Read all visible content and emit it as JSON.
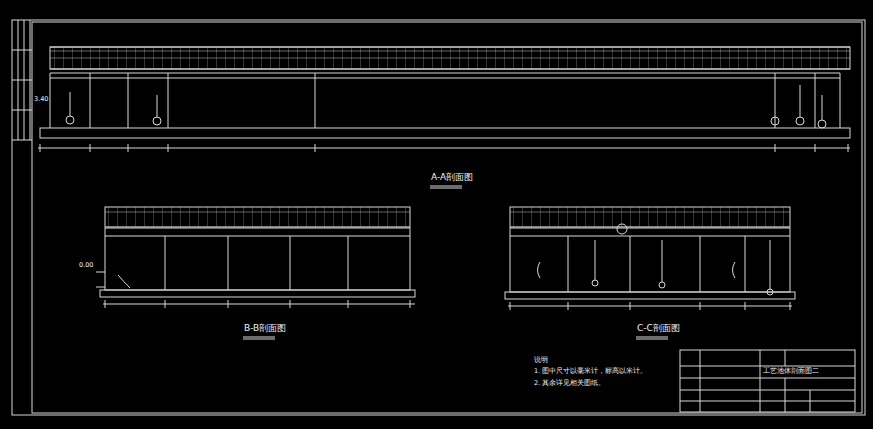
{
  "diagram": {
    "labels": [
      "A-A剖面图",
      "B-B剖面图",
      "C-C剖面图",
      "说明",
      "1. 图中尺寸以毫米计，标高以米计。",
      "2. 其余详见相关图纸。",
      "工艺池体剖面图二",
      "3.40",
      "0.00"
    ]
  }
}
